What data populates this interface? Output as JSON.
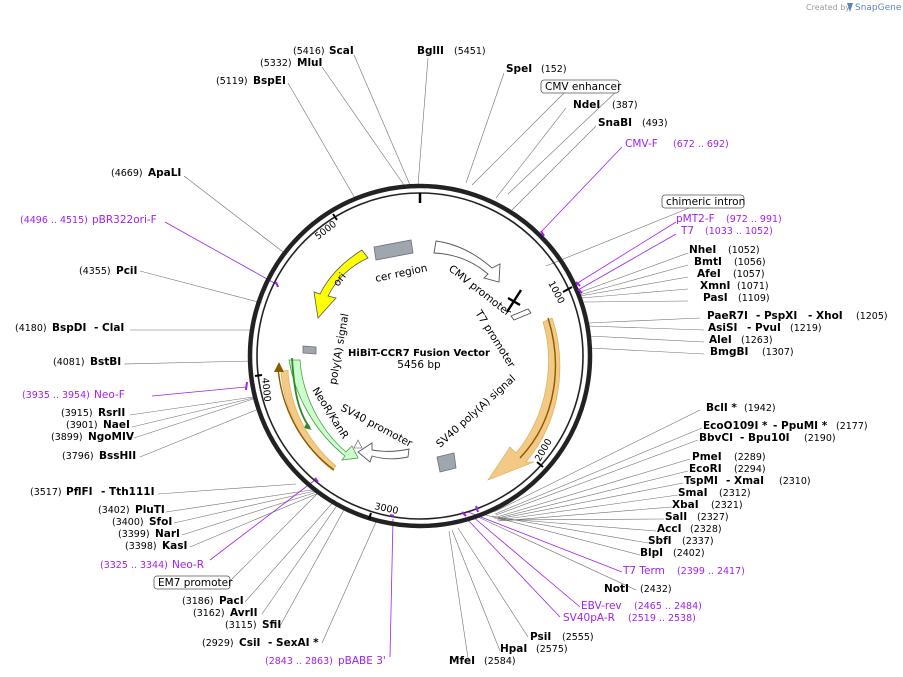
{
  "credit": {
    "created_by": "Created by",
    "brand": "SnapGene"
  },
  "plasmid": {
    "name": "HiBiT-CCR7 Fusion Vector",
    "size": "5456 bp"
  },
  "ticks": [
    "1000",
    "2000",
    "3000",
    "4000",
    "5000"
  ],
  "features": {
    "cer_region": "cer region",
    "cmv_promoter": "CMV promoter",
    "t7_promoter": "T7 promoter",
    "ori": "ori",
    "polya_signal": "poly(A) signal",
    "neo": "NeoR/KanR",
    "sv40_promoter": "SV40 promoter",
    "sv40_polya": "SV40 poly(A) signal"
  },
  "boxed": {
    "cmv_enhancer": "CMV enhancer",
    "chimeric_intron": "chimeric intron",
    "em7_promoter": "EM7 promoter"
  },
  "enzymes": {
    "scai": "ScaI",
    "scai_pos": "(5416)",
    "mlui": "MluI",
    "mlui_pos": "(5332)",
    "bspei": "BspEI",
    "bspei_pos": "(5119)",
    "bglii": "BglII",
    "bglii_pos": "(5451)",
    "spei": "SpeI",
    "spei_pos": "(152)",
    "ndei": "NdeI",
    "ndei_pos": "(387)",
    "snabi": "SnaBI",
    "snabi_pos": "(493)",
    "apali": "ApaLI",
    "apali_pos": "(4669)",
    "ncei": "NheI",
    "ncei_pos": "(1052)",
    "bmti": "BmtI",
    "bmti_pos": "(1056)",
    "afei": "AfeI",
    "afei_pos": "(1057)",
    "xmni": "XmnI",
    "xmni_pos": "(1071)",
    "pasi": "PasI",
    "pasi_pos": "(1109)",
    "paer7i": "PaeR7I",
    "pspxi": "- PspXI",
    "xhoi": "- XhoI",
    "xhoi_pos": "(1205)",
    "asisi": "AsiSI",
    "pvui": "- PvuI",
    "pvui_pos": "(1219)",
    "alei": "AleI",
    "alei_pos": "(1263)",
    "bmgbi": "BmgBI",
    "bmgbi_pos": "(1307)",
    "pcii": "PciI",
    "pcii_pos": "(4355)",
    "bspdi": "BspDI",
    "clai": "- ClaI",
    "clai_pos": "(4180)",
    "bstbi": "BstBI",
    "bstbi_pos": "(4081)",
    "rsrii": "RsrII",
    "rsrii_pos": "(3915)",
    "naei": "NaeI",
    "naei_pos": "(3901)",
    "ngomiv": "NgoMIV",
    "ngomiv_pos": "(3899)",
    "bsshii": "BssHII",
    "bsshii_pos": "(3796)",
    "bcli": "BclI *",
    "bcli_pos": "(1942)",
    "eco0109i": "EcoO109I *",
    "ppumi": "- PpuMI *",
    "ppumi_pos": "(2177)",
    "bbvci": "BbvCI",
    "bpu10i": "- Bpu10I",
    "bpu10i_pos": "(2190)",
    "pmei": "PmeI",
    "pmei_pos": "(2289)",
    "ecori": "EcoRI",
    "ecori_pos": "(2294)",
    "tspmi": "TspMI",
    "xmai": "- XmaI",
    "xmai_pos": "(2310)",
    "smai": "SmaI",
    "smai_pos": "(2312)",
    "xbai": "XbaI",
    "xbai_pos": "(2321)",
    "sali": "SalI",
    "sali_pos": "(2327)",
    "acci": "AccI",
    "acci_pos": "(2328)",
    "sbfi": "SbfI",
    "sbfi_pos": "(2337)",
    "blpi": "BlpI",
    "blpi_pos": "(2402)",
    "noti": "NotI",
    "noti_pos": "(2432)",
    "psii": "PsiI",
    "psii_pos": "(2555)",
    "hpai": "HpaI",
    "hpai_pos": "(2575)",
    "mfei": "MfeI",
    "mfei_pos": "(2584)",
    "pflfi": "PflFI",
    "tth111i": "- Tth111I",
    "tth111i_pos": "(3517)",
    "pluti": "PluTI",
    "pluti_pos": "(3402)",
    "sfoi": "SfoI",
    "sfoi_pos": "(3400)",
    "nari": "NarI",
    "nari_pos": "(3399)",
    "kasi": "KasI",
    "kasi_pos": "(3398)",
    "paci": "PacI",
    "paci_pos": "(3186)",
    "avrii": "AvrII",
    "avrii_pos": "(3162)",
    "sfii": "SfiI",
    "sfii_pos": "(3115)",
    "csii": "CsiI",
    "sexai": "- SexAI *",
    "sexai_pos": "(2929)"
  },
  "primers": {
    "cmvf": "CMV-F",
    "cmvf_pos": "(672 .. 692)",
    "pmt2f": "pMT2-F",
    "pmt2f_pos": "(972 .. 991)",
    "t7": "T7",
    "t7_pos": "(1033 .. 1052)",
    "pbr322": "pBR322ori-F",
    "pbr322_pos": "(4496 .. 4515)",
    "neof": "Neo-F",
    "neof_pos": "(3935 .. 3954)",
    "neor": "Neo-R",
    "neor_pos": "(3325 .. 3344)",
    "t7term": "T7 Term",
    "t7term_pos": "(2399 .. 2417)",
    "ebvrev": "EBV-rev",
    "ebvrev_pos": "(2465 .. 2484)",
    "sv40par": "SV40pA-R",
    "sv40par_pos": "(2519 .. 2538)",
    "pbabe3": "pBABE 3'",
    "pbabe3_pos": "(2843 .. 2863)"
  },
  "colors": {
    "backbone": "#222222",
    "primer": "#a020f0",
    "ori": "#ffff00",
    "neo": "#ccffcc",
    "orange_orf": "#f0c070",
    "grey_feature": "#a0a6ad",
    "brand": "#5a84c4"
  }
}
